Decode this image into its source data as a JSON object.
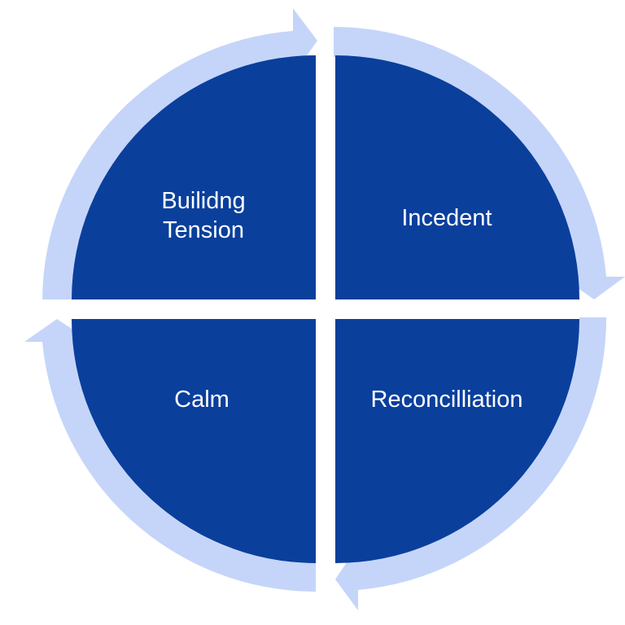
{
  "colors": {
    "quadrant_fill": "#0a3f9c",
    "arrow_fill": "#c5d5f9",
    "background": "#ffffff",
    "label_text": "#ffffff"
  },
  "stages": [
    {
      "id": "top-left",
      "label_lines": [
        "Builidng",
        "Tension"
      ]
    },
    {
      "id": "top-right",
      "label_lines": [
        "Incedent"
      ]
    },
    {
      "id": "bottom-right",
      "label_lines": [
        "Reconcilliation"
      ]
    },
    {
      "id": "bottom-left",
      "label_lines": [
        "Calm"
      ]
    }
  ]
}
